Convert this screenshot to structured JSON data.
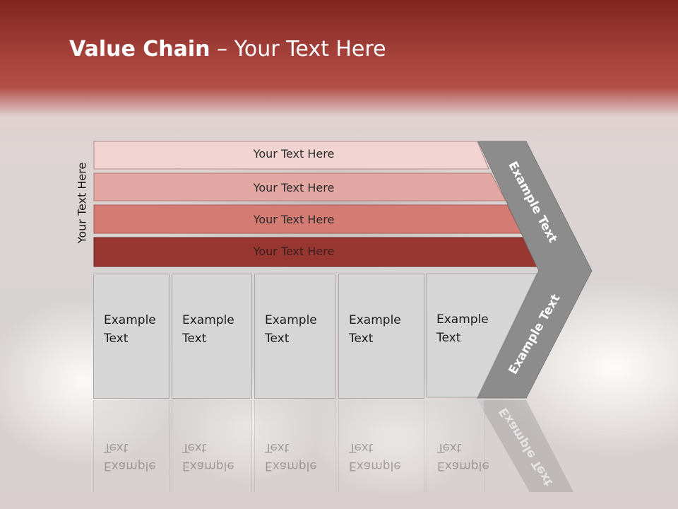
{
  "slide": {
    "title_bold": "Value Chain",
    "title_rest": " – Your Text Here",
    "side_label": "Your Text Here"
  },
  "stripes": [
    {
      "label": "Your Text Here",
      "color": "#f1d4d2"
    },
    {
      "label": "Your Text Here",
      "color": "#e3a7a3"
    },
    {
      "label": "Your Text Here",
      "color": "#d47b74"
    },
    {
      "label": "Your Text Here",
      "color": "#983631"
    }
  ],
  "boxes": [
    {
      "line1": "Example",
      "line2": "Text"
    },
    {
      "line1": "Example",
      "line2": "Text"
    },
    {
      "line1": "Example",
      "line2": "Text"
    },
    {
      "line1": "Example",
      "line2": "Text"
    },
    {
      "line1": "Example",
      "line2": "Text"
    }
  ],
  "chevron": {
    "upper_label": "Example Text",
    "lower_label": "Example Text",
    "color": "#8c8c8c"
  }
}
